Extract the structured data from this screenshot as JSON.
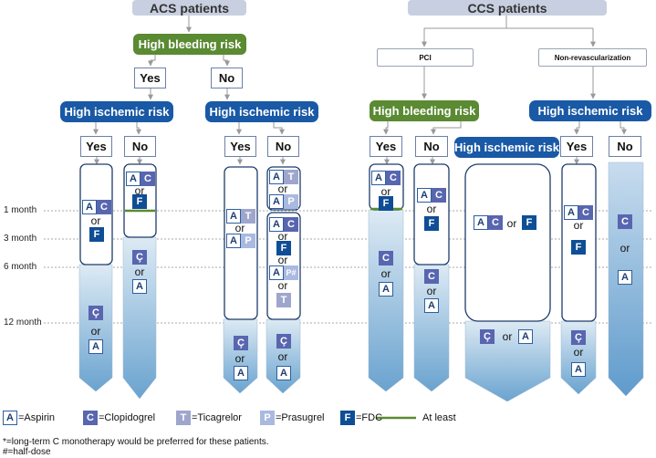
{
  "headers": {
    "acs": "ACS patients",
    "ccs": "CCS patients",
    "high_bleeding_risk": "High bleeding risk",
    "high_ischemic_risk": "High ischemic risk",
    "pci": "PCI",
    "nonrevasc": "Non-revascularization",
    "yes": "Yes",
    "no": "No"
  },
  "time_axis": [
    "1 month",
    "3 month",
    "6 month",
    "12 month"
  ],
  "or_word": "or",
  "drugs": {
    "A": "A",
    "C": "C",
    "T": "T",
    "P": "P",
    "F": "F",
    "C_star": "Ç",
    "P_half": "P#"
  },
  "legend": {
    "aspirin": "=Aspirin",
    "clopidogrel": "=Clopidogrel",
    "ticagrelor": "=Ticagrelor",
    "prasugrel": "=Prasugrel",
    "fdc": "=FDC",
    "at_least": "At least"
  },
  "footnotes": {
    "star": "*=long-term C monotherapy would be preferred for these patients.",
    "hash": "#=half-dose"
  },
  "colors": {
    "green": "#5a8a32",
    "blue": "#1959a5",
    "grey": "#c7cfe0",
    "clopidogrel": "#5866b0",
    "ticagrelor": "#9ea6cd",
    "prasugrel": "#aab9e0",
    "fdc": "#0f4e95"
  }
}
